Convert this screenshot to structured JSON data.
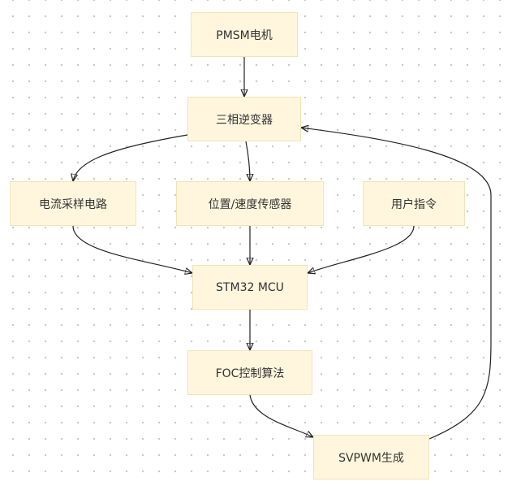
{
  "nodes": {
    "motor": "PMSM电机",
    "inverter": "三相逆变器",
    "current": "电流采样电路",
    "position": "位置/速度传感器",
    "user": "用户指令",
    "mcu": "STM32 MCU",
    "foc": "FOC控制算法",
    "svpwm": "SVPWM生成"
  },
  "edges": [
    {
      "from": "motor",
      "to": "inverter"
    },
    {
      "from": "inverter",
      "to": "current"
    },
    {
      "from": "inverter",
      "to": "position"
    },
    {
      "from": "current",
      "to": "mcu"
    },
    {
      "from": "position",
      "to": "mcu"
    },
    {
      "from": "user",
      "to": "mcu"
    },
    {
      "from": "mcu",
      "to": "foc"
    },
    {
      "from": "foc",
      "to": "svpwm"
    },
    {
      "from": "svpwm",
      "to": "inverter"
    }
  ]
}
